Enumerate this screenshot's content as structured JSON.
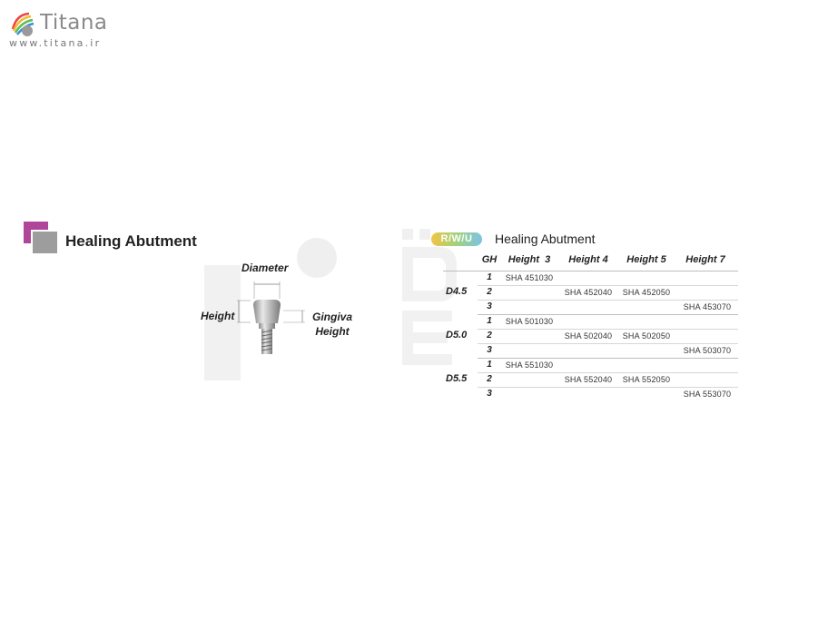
{
  "brand": {
    "name": "Titana",
    "url": "www.titana.ir"
  },
  "left_section": {
    "title": "Healing Abutment",
    "labels": {
      "diameter": "Diameter",
      "height": "Height",
      "gingiva_line1": "Gingiva",
      "gingiva_line2": "Height"
    }
  },
  "right_section": {
    "badge": "R/W/U",
    "title": "Healing Abutment",
    "table": {
      "headers": [
        "GH",
        "Height  3",
        "Height 4",
        "Height 5",
        "Height 7"
      ],
      "groups": [
        {
          "diameter": "D4.5",
          "rows": [
            {
              "gh": "1",
              "h3": "SHA 451030",
              "h4": "",
              "h5": "",
              "h7": ""
            },
            {
              "gh": "2",
              "h3": "",
              "h4": "SHA 452040",
              "h5": "SHA 452050",
              "h7": ""
            },
            {
              "gh": "3",
              "h3": "",
              "h4": "",
              "h5": "",
              "h7": "SHA 453070"
            }
          ]
        },
        {
          "diameter": "D5.0",
          "rows": [
            {
              "gh": "1",
              "h3": "SHA 501030",
              "h4": "",
              "h5": "",
              "h7": ""
            },
            {
              "gh": "2",
              "h3": "",
              "h4": "SHA 502040",
              "h5": "SHA 502050",
              "h7": ""
            },
            {
              "gh": "3",
              "h3": "",
              "h4": "",
              "h5": "",
              "h7": "SHA 503070"
            }
          ]
        },
        {
          "diameter": "D5.5",
          "rows": [
            {
              "gh": "1",
              "h3": "SHA 551030",
              "h4": "",
              "h5": "",
              "h7": ""
            },
            {
              "gh": "2",
              "h3": "",
              "h4": "SHA 552040",
              "h5": "SHA 552050",
              "h7": ""
            },
            {
              "gh": "3",
              "h3": "",
              "h4": "",
              "h5": "",
              "h7": "SHA 553070"
            }
          ]
        }
      ]
    }
  },
  "colors": {
    "accent_magenta": "#b0469a",
    "accent_gray": "#9d9d9d",
    "badge_yellow": "#f2c443",
    "badge_green": "#9fd37c",
    "badge_blue": "#7cc3e8"
  }
}
